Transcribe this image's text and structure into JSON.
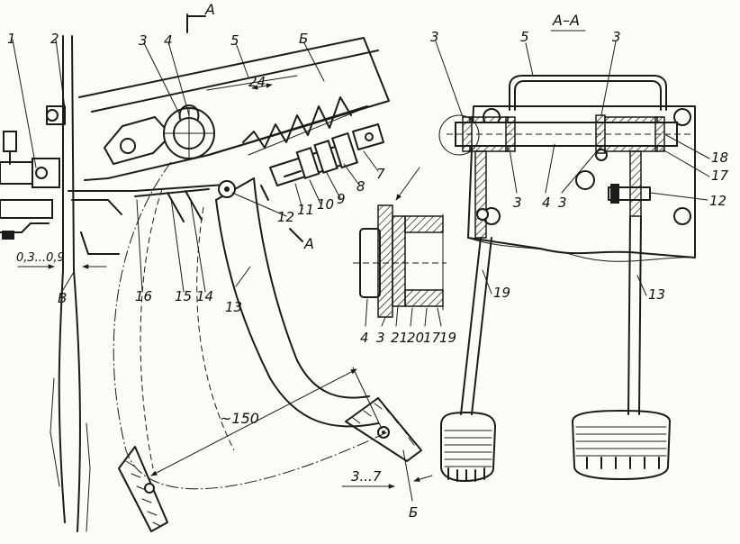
{
  "section_title": "A–A",
  "section_marks": {
    "top": "A",
    "bottom": "A"
  },
  "labels_left": {
    "p1": "1",
    "p2": "2",
    "p3": "3",
    "p4": "4",
    "p5": "5",
    "p6": "Б",
    "p7": "7",
    "p8": "8",
    "p9": "9",
    "p10": "10",
    "p11": "11",
    "p12": "12",
    "p13": "13",
    "p14": "14",
    "p15": "15",
    "p16": "16",
    "gap_v": "В",
    "gap_b": "Б"
  },
  "labels_detail": {
    "d4": "4",
    "d3": "3",
    "d21": "21",
    "d20": "20",
    "d17": "17",
    "d19": "19"
  },
  "labels_section": {
    "s3a": "3",
    "s5": "5",
    "s3b": "3",
    "s18": "18",
    "s17": "17",
    "s3c": "3",
    "s4": "4",
    "s3d": "3",
    "s12": "12",
    "s19": "19",
    "s13": "13"
  },
  "dimensions": {
    "spring_len": "24",
    "free_play": "0,3...0,9",
    "travel": "~150",
    "stroke": "3...7"
  }
}
